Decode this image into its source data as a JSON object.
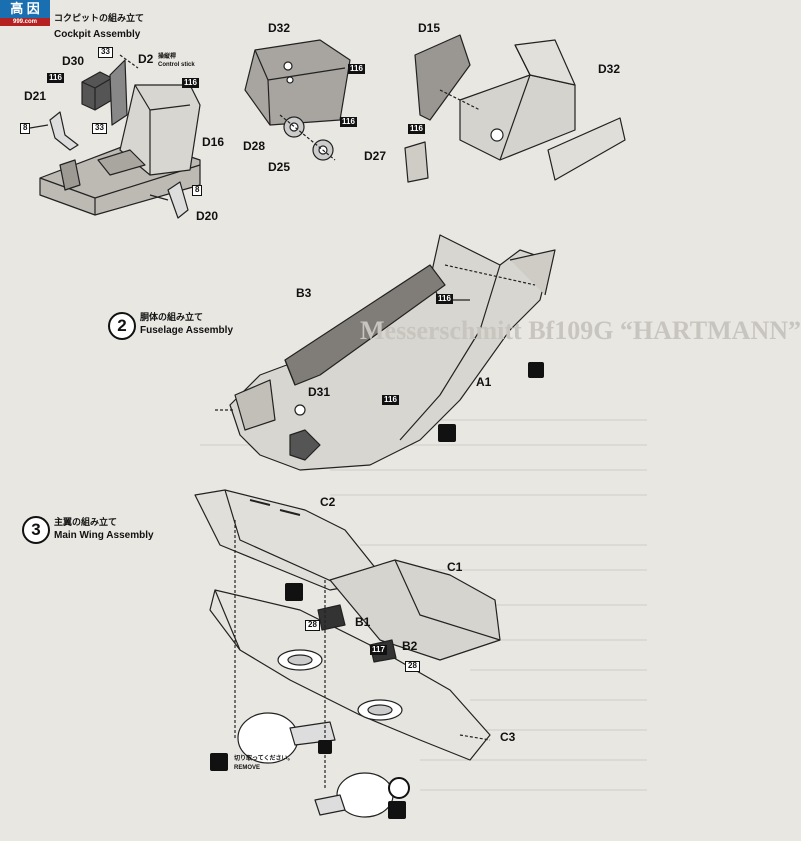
{
  "watermark": {
    "logo": "高 因",
    "domain": "999.com"
  },
  "step1": {
    "title_ja": "コクピットの組み立て",
    "title_en": "Cockpit Assembly"
  },
  "step2": {
    "number": "2",
    "title_ja": "胴体の組み立て",
    "title_en": "Fuselage Assembly"
  },
  "step3": {
    "number": "3",
    "title_ja": "主翼の組み立て",
    "title_en": "Main Wing Assembly"
  },
  "parts": {
    "d30": "D30",
    "d2": "D2",
    "d21": "D21",
    "d16": "D16",
    "d20": "D20",
    "d32a": "D32",
    "d28": "D28",
    "d25": "D25",
    "d15": "D15",
    "d32b": "D32",
    "d27": "D27",
    "b3": "B3",
    "d31": "D31",
    "a1": "A1",
    "c2": "C2",
    "c1": "C1",
    "b1": "B1",
    "b2": "B2",
    "c3": "C3"
  },
  "paint": {
    "p116a": "116",
    "p116b": "116",
    "p116c": "116",
    "p116d": "116",
    "p116e": "116",
    "p116f": "116",
    "p116g": "116",
    "p8a": "8",
    "p8b": "8",
    "p33a": "33",
    "p33b": "33",
    "p117": "117",
    "p28a": "28",
    "p28b": "28"
  },
  "notes": {
    "control_stick_ja": "操縦桿",
    "control_stick_en": "Control stick",
    "remove_ja": "切り取ってください。",
    "remove_en": "REMOVE"
  },
  "background_title": "Messerschmitt Bf109G “HARTMANN”"
}
